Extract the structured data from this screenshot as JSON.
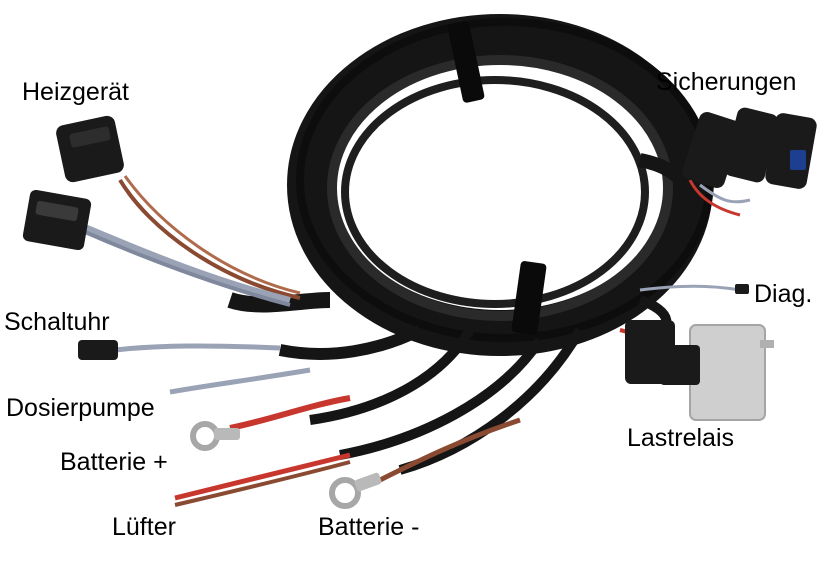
{
  "labels": {
    "heizgeraet": "Heizgerät",
    "sicherungen": "Sicherungen",
    "schaltuhr": "Schaltuhr",
    "diag": "Diag.",
    "dosierpumpe": "Dosierpumpe",
    "lastrelais": "Lastrelais",
    "batterie_plus": "Batterie +",
    "luefter": "Lüfter",
    "batterie_minus": "Batterie -"
  },
  "colors": {
    "background": "#ffffff",
    "harness": "#151515",
    "red_wire": "#c8372d",
    "brown_wire": "#8a4a32",
    "grey_wire": "#9aa3b6",
    "relay_body": "#cfcfcf",
    "connector": "#1a1a1a"
  }
}
